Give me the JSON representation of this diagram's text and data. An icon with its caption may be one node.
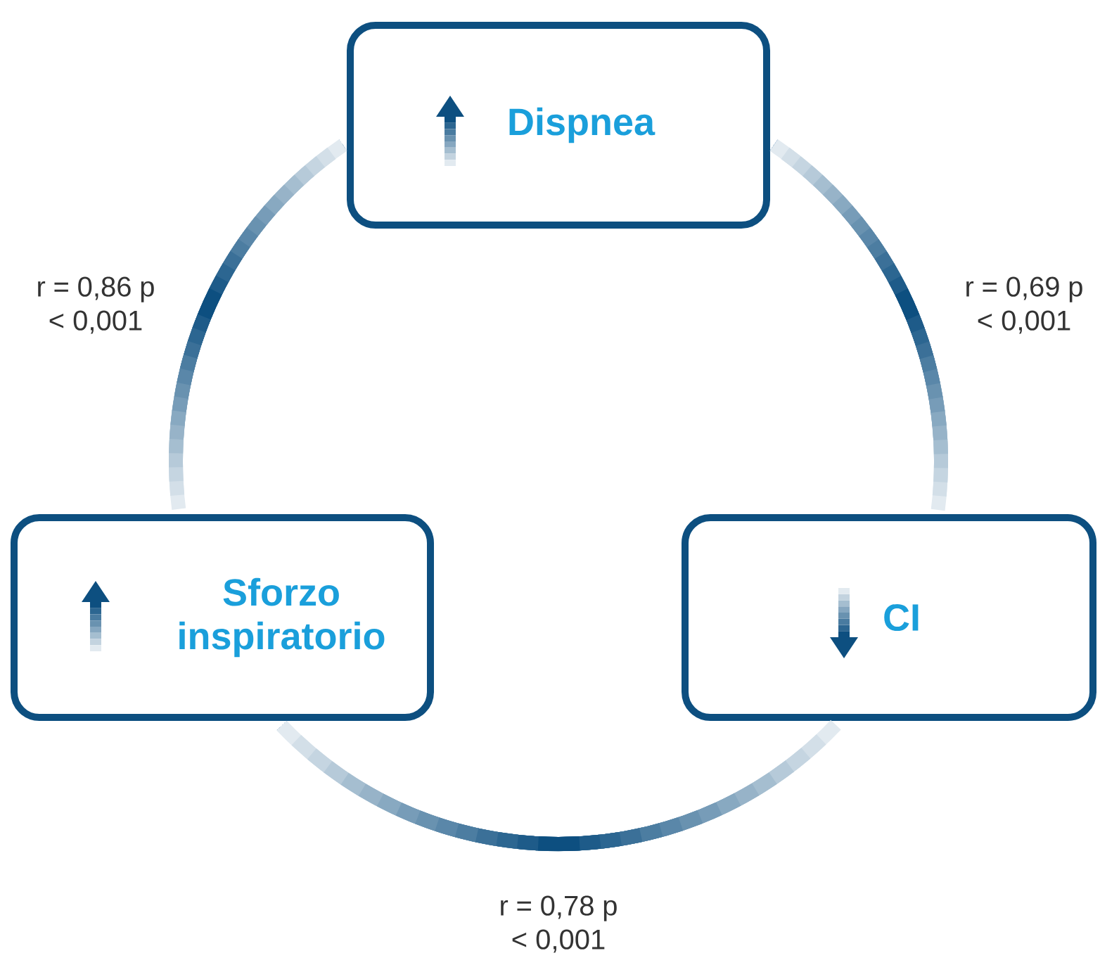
{
  "diagram": {
    "nodes": [
      {
        "text": [
          "Dispnea"
        ]
      },
      {
        "text": [
          "Sforzo inspiratorio"
        ]
      },
      {
        "text": [
          "CI"
        ]
      }
    ],
    "edges": [
      {
        "from": 0,
        "to": 1,
        "arrow": "none",
        "label": "r = 0,86 p < 0,001"
      },
      {
        "from": 0,
        "to": 2,
        "arrow": "none",
        "label": "r = 0,69 p < 0,001"
      },
      {
        "from": 1,
        "to": 2,
        "arrow": "none",
        "label": "r = 0,78 p < 0,001"
      }
    ]
  }
}
